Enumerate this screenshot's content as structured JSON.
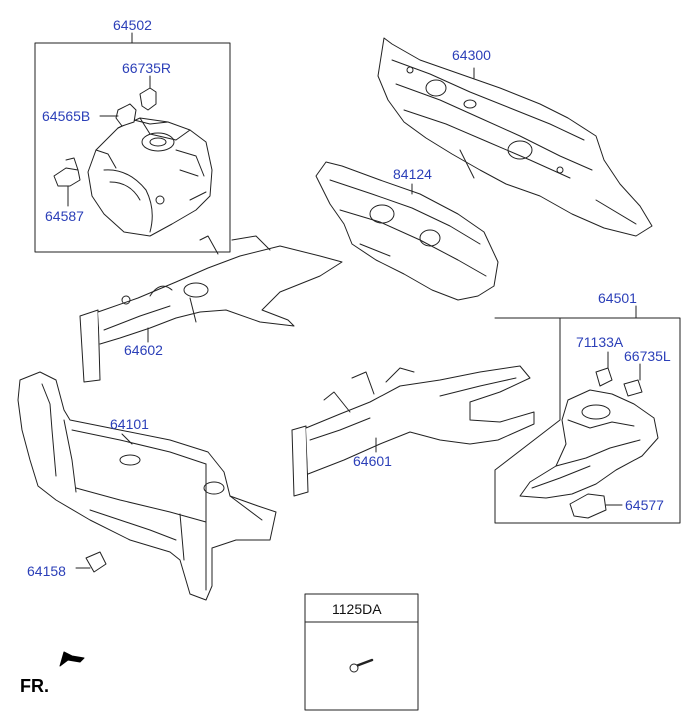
{
  "colors": {
    "label": "#2b3fb8",
    "line": "#222222",
    "part_fill": "#ffffff"
  },
  "labels": {
    "p64502": "64502",
    "p66735R": "66735R",
    "p64565B": "64565B",
    "p64587": "64587",
    "p64300": "64300",
    "p84124": "84124",
    "p64602": "64602",
    "p64501": "64501",
    "p71133A": "71133A",
    "p66735L": "66735L",
    "p64577": "64577",
    "p64101": "64101",
    "p64601": "64601",
    "p64158": "64158",
    "p1125DA": "1125DA"
  },
  "direction": {
    "text": "FR.",
    "icon": "arrow-left-down-icon"
  }
}
